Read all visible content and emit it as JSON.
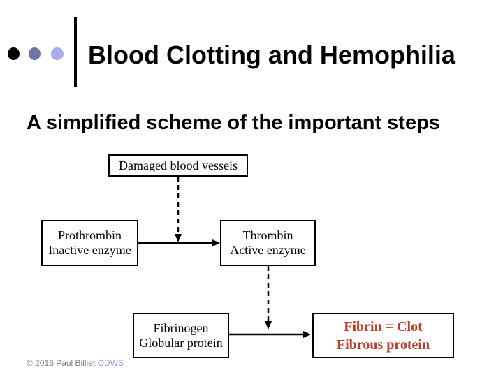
{
  "slide": {
    "title": "Blood Clotting and Hemophilia",
    "subtitle": "A simplified scheme of the important steps",
    "footer": {
      "copyright": "© 2016 Paul Billiet",
      "link_label": "ODWS"
    },
    "bullet_colors": [
      "#000000",
      "#70739d",
      "#a8aeea"
    ],
    "footer_text_color": "#808080",
    "footer_link_color": "#8f9fdd"
  },
  "diagram": {
    "nodes": [
      {
        "id": "damaged-vessels",
        "lines": [
          "Damaged blood vessels"
        ],
        "text_color": "#000000"
      },
      {
        "id": "prothrombin",
        "lines": [
          "Prothrombin",
          "Inactive enzyme"
        ],
        "text_color": "#000000"
      },
      {
        "id": "thrombin",
        "lines": [
          "Thrombin",
          "Active enzyme"
        ],
        "text_color": "#000000"
      },
      {
        "id": "fibrinogen",
        "lines": [
          "Fibrinogen",
          "Globular protein"
        ],
        "text_color": "#000000"
      },
      {
        "id": "fibrin",
        "lines": [
          "Fibrin = Clot",
          "Fibrous protein"
        ],
        "text_color": "#b0432b"
      }
    ],
    "connections": [
      {
        "from": "damaged-vessels",
        "to": "prothrombin-thrombin-arrow",
        "style": "dashed"
      },
      {
        "from": "prothrombin",
        "to": "thrombin",
        "style": "solid"
      },
      {
        "from": "thrombin",
        "to": "fibrinogen-fibrin-arrow",
        "style": "dashed"
      },
      {
        "from": "fibrinogen",
        "to": "fibrin",
        "style": "solid"
      }
    ]
  }
}
